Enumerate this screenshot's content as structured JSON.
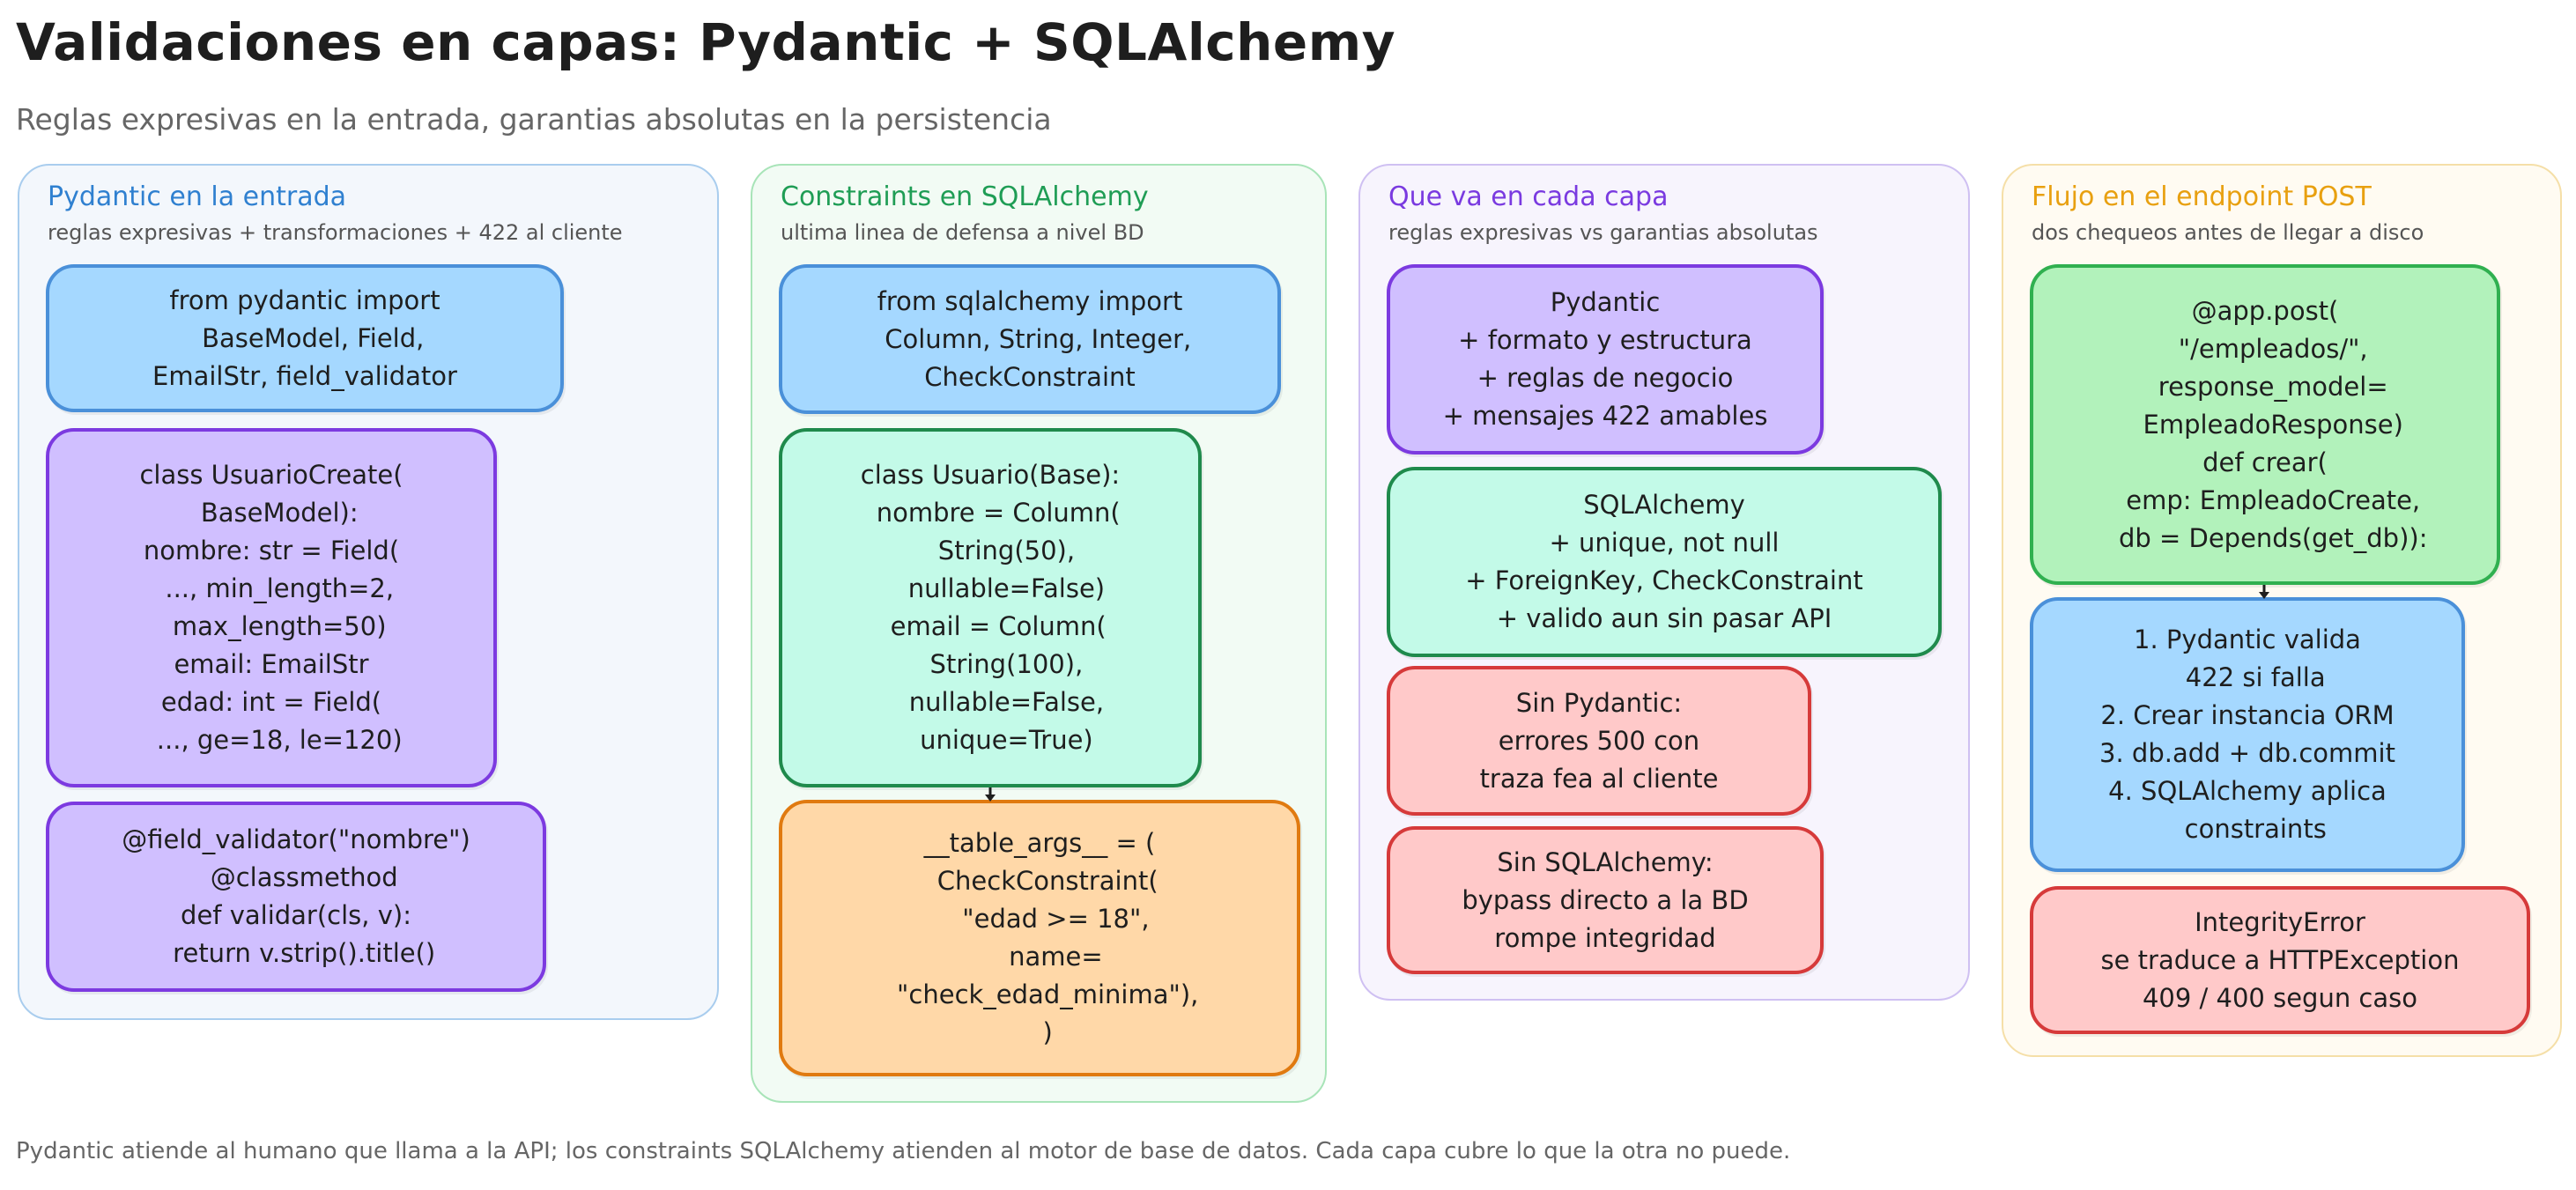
{
  "page": {
    "title": "Validaciones en capas: Pydantic + SQLAlchemy",
    "subtitle": "Reglas expresivas en la entrada, garantias absolutas en la persistencia",
    "footer": "Pydantic atiende al humano que llama a la API; los constraints SQLAlchemy atienden al motor de base de datos. Cada capa cubre lo que la otra no puede."
  },
  "panels": {
    "pydantic": {
      "title": "Pydantic en la entrada",
      "subtitle": "reglas expresivas + transformaciones + 422 al cliente",
      "color": "#2f80d0",
      "bg": "#f3f7fc",
      "border": "#a9cdee",
      "boxes": {
        "imports": "from pydantic import\n  BaseModel, Field,\nEmailStr, field_validator",
        "model": "class UsuarioCreate(\n  BaseModel):\nnombre: str = Field(\n  ..., min_length=2,\n  max_length=50)\nemail: EmailStr\nedad: int = Field(\n  ..., ge=18, le=120)",
        "validator": "@field_validator(\"nombre\")\n  @classmethod\ndef validar(cls, v):\n  return v.strip().title()"
      }
    },
    "sqlalchemy": {
      "title": "Constraints en SQLAlchemy",
      "subtitle": "ultima linea de defensa a nivel BD",
      "color": "#1f9d55",
      "bg": "#f2fbf4",
      "border": "#a8e4b8",
      "boxes": {
        "imports": "from sqlalchemy import\n  Column, String, Integer,\nCheckConstraint",
        "model": "class Usuario(Base):\n  nombre = Column(\n    String(50),\n    nullable=False)\n  email = Column(\n    String(100),\n    nullable=False,\n    unique=True)",
        "table_args": "__table_args__ = (\n  CheckConstraint(\n    \"edad >= 18\",\n    name=\n  \"check_edad_minima\"),\n  )"
      }
    },
    "capas": {
      "title": "Que va en cada capa",
      "subtitle": "reglas expresivas vs garantias absolutas",
      "color": "#7a3ae0",
      "bg": "#f7f4fd",
      "border": "#cfc0f2",
      "boxes": {
        "pydantic": "Pydantic\n+ formato y estructura\n+ reglas de negocio\n+ mensajes 422 amables",
        "sqlalchemy": "SQLAlchemy\n+ unique, not null\n+ ForeignKey, CheckConstraint\n+ valido aun sin pasar API",
        "sin_pydantic": "Sin Pydantic:\nerrores 500 con\ntraza fea al cliente",
        "sin_sqlalchemy": "Sin SQLAlchemy:\nbypass directo a la BD\nrompe integridad"
      }
    },
    "flujo": {
      "title": "Flujo en el endpoint POST",
      "subtitle": "dos chequeos antes de llegar a disco",
      "color": "#e8a010",
      "bg": "#fffbf2",
      "border": "#f5dfa8",
      "boxes": {
        "endpoint": "@app.post(\n  \"/empleados/\",\n  response_model=\n  EmpleadoResponse)\ndef crear(\n  emp: EmpleadoCreate,\n  db = Depends(get_db)):",
        "steps": "1. Pydantic valida\n  422 si falla\n2. Crear instancia ORM\n3. db.add + db.commit\n4. SQLAlchemy aplica\n  constraints",
        "integrity": "IntegrityError\nse traduce a HTTPException\n409 / 400 segun caso"
      }
    }
  }
}
